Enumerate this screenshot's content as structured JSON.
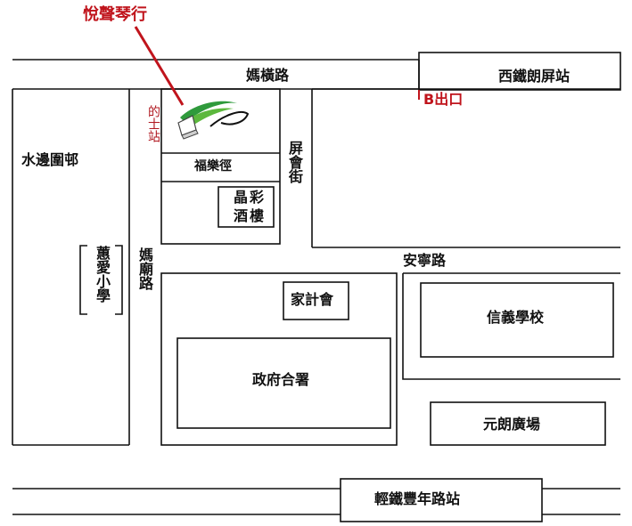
{
  "store": {
    "name": "悅聲琴行"
  },
  "roads": {
    "top": "媽橫路",
    "pingwui": "屏會街",
    "mamiu": "媽廟路",
    "onning": "安寧路"
  },
  "places": {
    "shui_bin_wai": "水邊圍邨",
    "primary_school": "蕙愛小學",
    "fuk_lok_ching": "福樂徑",
    "restaurant": "晶彩酒樓",
    "family_planning": "家計會",
    "govt_offices": "政府合署",
    "shun_yee_school": "信義學校",
    "yoho_square": "元朗廣場"
  },
  "transit": {
    "west_rail_station": "西鐵朗屏站",
    "exit": "B出口",
    "light_rail_station": "輕鐵豐年路站",
    "taxi_stand": "的士站"
  },
  "colors": {
    "line": "#111111",
    "accent_red": "#c0141c",
    "logo_green": "#2f9a3c"
  }
}
